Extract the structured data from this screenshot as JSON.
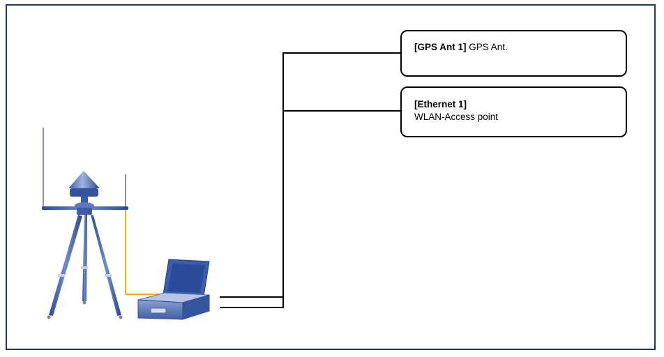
{
  "callouts": {
    "gps": {
      "tag": "[GPS Ant 1]",
      "text": "GPS Ant."
    },
    "ethernet": {
      "tag": "[Ethernet 1]",
      "text": "WLAN-Access point"
    }
  },
  "colors": {
    "frame": "#1f3b57",
    "connector": "#000000",
    "cable": "#f2b400",
    "equipment_blue": "#3a5ea8",
    "equipment_light": "#8fa6d6"
  },
  "icons": [
    "antenna-tripod-icon",
    "portable-receiver-case-icon"
  ]
}
